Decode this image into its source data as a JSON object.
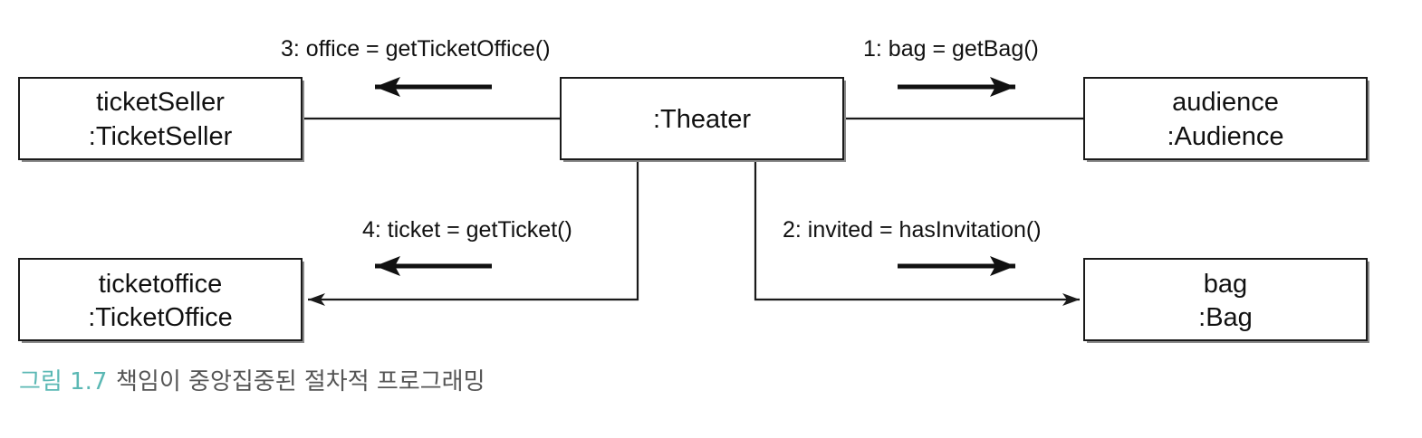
{
  "objects": {
    "theater": {
      "line1": ":Theater"
    },
    "ticket_seller": {
      "line1": "ticketSeller",
      "line2": ":TicketSeller"
    },
    "audience": {
      "line1": "audience",
      "line2": ":Audience"
    },
    "ticket_office": {
      "line1": "ticketoffice",
      "line2": ":TicketOffice"
    },
    "bag": {
      "line1": "bag",
      "line2": ":Bag"
    }
  },
  "messages": {
    "m1": "1: bag = getBag()",
    "m2": "2: invited = hasInvitation()",
    "m3": "3: office = getTicketOffice()",
    "m4": "4: ticket = getTicket()"
  },
  "caption": {
    "number": "그림 1.7",
    "text": "책임이 중앙집중된 절차적 프로그래밍"
  },
  "colors": {
    "caption_number": "#5bb8b4",
    "caption_text": "#555555",
    "lines": "#1a1a1a"
  }
}
